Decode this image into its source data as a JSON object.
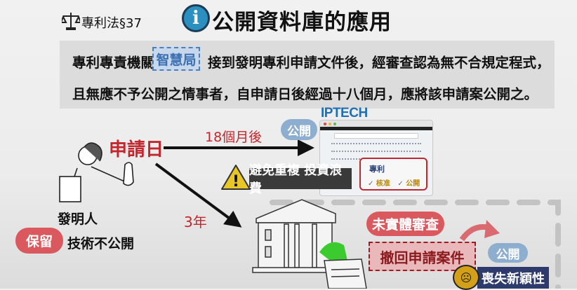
{
  "header": {
    "law_ref": "專利法§37",
    "title": "公開資料庫的應用",
    "info_icon": "i"
  },
  "statute": {
    "line1_prefix": "專利專責機關",
    "agency": "智慧局",
    "line1_suffix": "接到發明專利申請文件後，經審查認為無不合規定程式，",
    "line2": "且無應不予公開之情事者，自申請日後經過十八個月，應將該申請案公開之。"
  },
  "diagram": {
    "filing_date": "申請日",
    "after_18_months": "18個月後",
    "publish_label": "公開",
    "three_years": "3年",
    "inventor": "發明人",
    "retain": "保留",
    "tech_not_public": "技術不公開",
    "warning": "避免重複 投資浪費",
    "logo": "IPTECH",
    "card_title": "專利",
    "card_items": [
      "核准",
      "公開"
    ],
    "no_exam": "未實體審查",
    "withdraw": "撤回申請案件",
    "publish_label2": "公開",
    "lose_novelty": "喪失新穎性"
  },
  "colors": {
    "red": "#c2272d",
    "pill_red": "#d9595f",
    "pill_blue": "#8eaed0",
    "navy": "#2f3a6c",
    "info_blue": "#2b8fc0"
  }
}
